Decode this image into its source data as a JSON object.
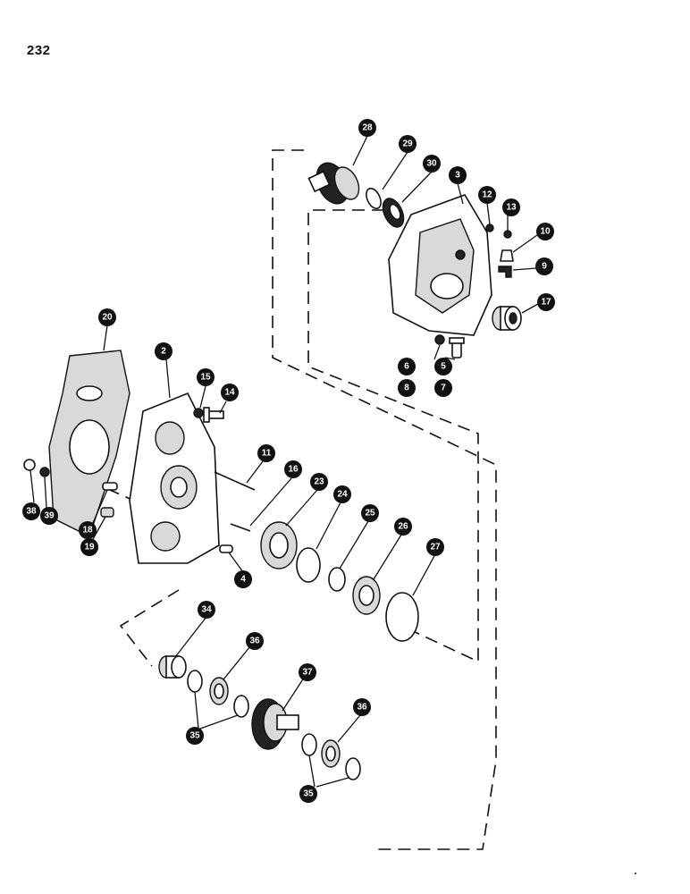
{
  "page": {
    "number": "232"
  },
  "callouts": [
    "28",
    "29",
    "30",
    "3",
    "12",
    "13",
    "10",
    "9",
    "17",
    "6",
    "8",
    "5",
    "7",
    "20",
    "2",
    "15",
    "14",
    "11",
    "16",
    "23",
    "24",
    "25",
    "26",
    "27",
    "38",
    "39",
    "18",
    "19",
    "4",
    "34",
    "36",
    "37",
    "35",
    "36",
    "35"
  ]
}
